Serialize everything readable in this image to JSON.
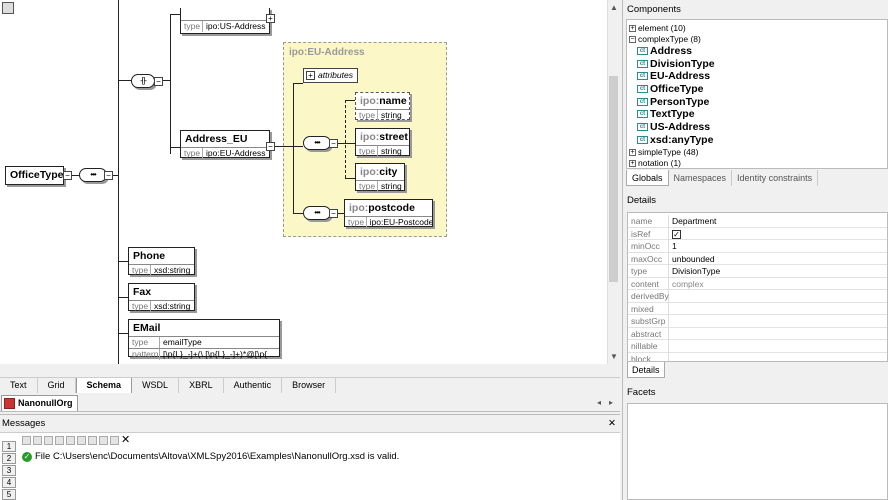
{
  "diagram": {
    "office_type": "OfficeType",
    "us_address": {
      "type_key": "type",
      "type_value": "ipo:US-Address"
    },
    "address_eu": {
      "name": "Address_EU",
      "type_key": "type",
      "type_value": "ipo:EU-Address"
    },
    "eu_box": {
      "title": "ipo:EU-Address",
      "attributes": "attributes",
      "name": {
        "prefix": "ipo:",
        "local": "name",
        "type_key": "type",
        "type_value": "string"
      },
      "street": {
        "prefix": "ipo:",
        "local": "street",
        "type_key": "type",
        "type_value": "string"
      },
      "city": {
        "prefix": "ipo:",
        "local": "city",
        "type_key": "type",
        "type_value": "string"
      },
      "postcode": {
        "prefix": "ipo:",
        "local": "postcode",
        "type_key": "type",
        "type_value": "ipo:EU-Postcode"
      }
    },
    "phone": {
      "name": "Phone",
      "type_key": "type",
      "type_value": "xsd:string"
    },
    "fax": {
      "name": "Fax",
      "type_key": "type",
      "type_value": "xsd:string"
    },
    "email": {
      "name": "EMail",
      "type_key": "type",
      "type_value": "emailType",
      "pattern_key": "pattern",
      "pattern_value": "[\\p{L}_-]+(\\.[\\p{L}_-]+)*@[\\p{..."
    }
  },
  "view_tabs": [
    "Text",
    "Grid",
    "Schema",
    "WSDL",
    "XBRL",
    "Authentic",
    "Browser"
  ],
  "active_view_tab": "Schema",
  "document_tab": "NanonullOrg",
  "messages": {
    "title": "Messages",
    "close": "✕",
    "line": "File C:\\Users\\enc\\Documents\\Altova\\XMLSpy2016\\Examples\\NanonullOrg.xsd is valid.",
    "tabs": [
      "1",
      "2",
      "3",
      "4",
      "5"
    ]
  },
  "components": {
    "title": "Components",
    "element": "element (10)",
    "complexType": "complexType (8)",
    "complex_items": [
      "Address",
      "DivisionType",
      "EU-Address",
      "OfficeType",
      "PersonType",
      "TextType",
      "US-Address",
      "xsd:anyType"
    ],
    "simpleType": "simpleType (48)",
    "notation": "notation (1)",
    "tabs": [
      "Globals",
      "Namespaces",
      "Identity constraints"
    ]
  },
  "details": {
    "title": "Details",
    "rows": [
      {
        "k": "name",
        "v": "Department"
      },
      {
        "k": "isRef",
        "v": "✓"
      },
      {
        "k": "minOcc",
        "v": "1"
      },
      {
        "k": "maxOcc",
        "v": "unbounded"
      },
      {
        "k": "type",
        "v": "DivisionType"
      },
      {
        "k": "content",
        "v": "complex"
      },
      {
        "k": "derivedBy",
        "v": ""
      },
      {
        "k": "mixed",
        "v": ""
      },
      {
        "k": "substGrp",
        "v": ""
      },
      {
        "k": "abstract",
        "v": ""
      },
      {
        "k": "nillable",
        "v": ""
      },
      {
        "k": "block",
        "v": ""
      }
    ],
    "tab": "Details"
  },
  "facets": {
    "title": "Facets"
  }
}
